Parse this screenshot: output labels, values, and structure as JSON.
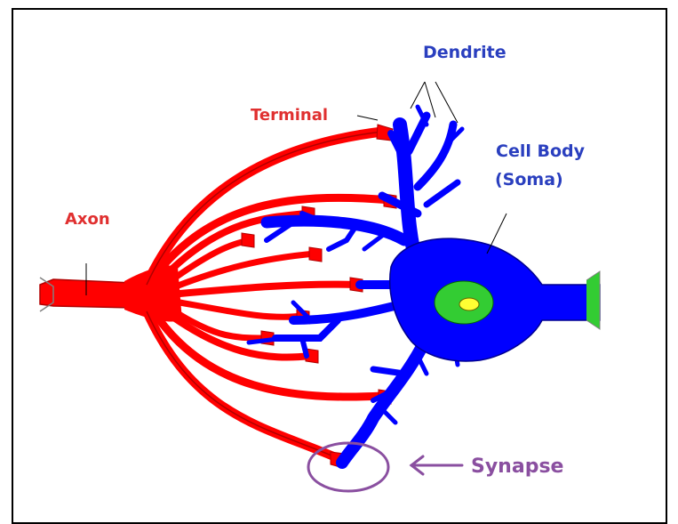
{
  "labels": {
    "dendrite": "Dendrite",
    "terminal": "Terminal",
    "axon": "Axon",
    "cell_body": "Cell Body",
    "soma": "(Soma)",
    "synapse": "Synapse"
  },
  "colors": {
    "axon_red": "#ff0000",
    "axon_dark": "#b00000",
    "neuron_blue": "#0000ff",
    "neuron_dark": "#000090",
    "nucleus_green": "#33cc33",
    "nucleolus_yellow": "#ffff33",
    "synapse_purple": "#8a4fa0",
    "label_red": "#e03030",
    "label_blue": "#2a3fbf"
  }
}
